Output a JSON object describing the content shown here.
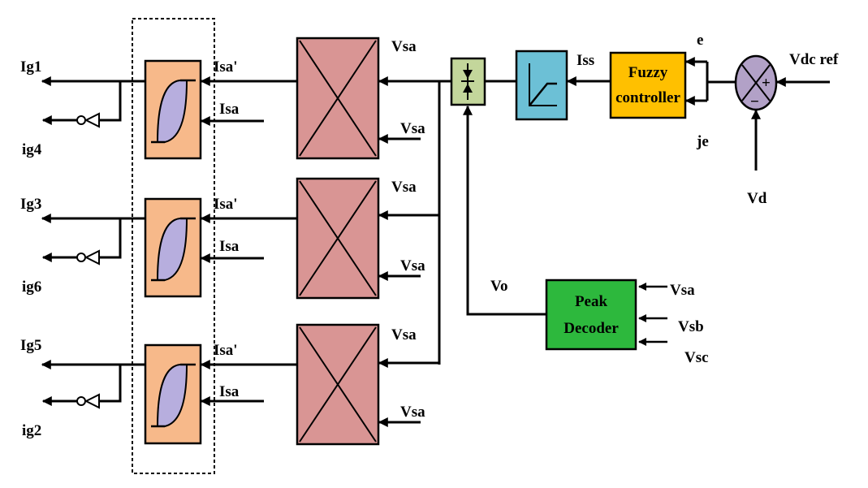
{
  "colors": {
    "hysteresis_fill": "#F7B98A",
    "hysteresis_curve_fill": "#B7AEDE",
    "multiplier_fill": "#D99594",
    "sum_fill": "#C3D69B",
    "limiter_fill": "#6CC0D6",
    "fuzzy_fill": "#FFC000",
    "peak_fill": "#2DB83D",
    "error_sum_fill": "#B2A1C7"
  },
  "rows": [
    {
      "gate_top": "Ig1",
      "gate_bottom": "ig4",
      "hyst_in_ref": "Isa'",
      "hyst_in_meas": "Isa",
      "mult_in_top": "Vsa",
      "mult_in_bottom": "Vsa"
    },
    {
      "gate_top": "Ig3",
      "gate_bottom": "ig6",
      "hyst_in_ref": "Isa'",
      "hyst_in_meas": "Isa",
      "mult_in_top": "Vsa",
      "mult_in_bottom": "Vsa"
    },
    {
      "gate_top": "Ig5",
      "gate_bottom": "ig2",
      "hyst_in_ref": "Isa'",
      "hyst_in_meas": "Isa",
      "mult_in_top": "Vsa",
      "mult_in_bottom": "Vsa"
    }
  ],
  "limiter_output": "Iss",
  "fuzzy": {
    "line1": "Fuzzy",
    "line2": "controller",
    "in_error": "e",
    "in_int_error": "je"
  },
  "error_sum": {
    "ref": "Vdc ref",
    "feedback": "Vd",
    "plus": "+",
    "minus": "−"
  },
  "peak_decoder": {
    "line1": "Peak",
    "line2": "Decoder",
    "output": "Vo",
    "inputs": [
      "Vsa",
      "Vsb",
      "Vsc"
    ]
  }
}
